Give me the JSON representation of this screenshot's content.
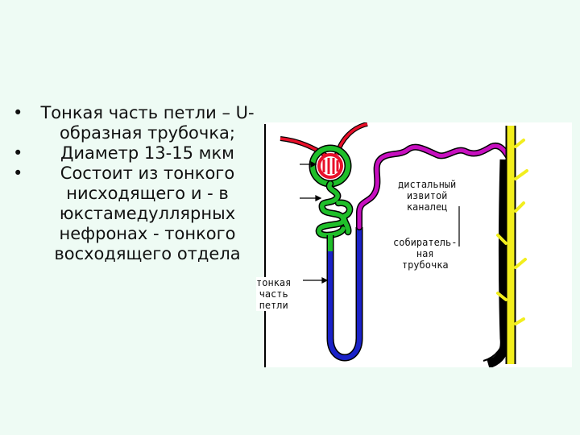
{
  "bullets": [
    "Тонкая часть петли – U-образная трубочка;",
    "Диаметр 13-15 мкм",
    "Состоит из тонкого нисходящего и - в юкстамедуллярных нефронах - тонкого восходящего отдела"
  ],
  "labels": {
    "distal_line1": "дистальный",
    "distal_line2": "извитой",
    "distal_line3": "каналец",
    "collecting_line1": "собиратель-",
    "collecting_line2": "ная",
    "collecting_line3": "трубочка",
    "thin_line1": "тонкая",
    "thin_line2": "часть",
    "thin_line3": "петли"
  },
  "colors": {
    "background": "#eefbf4",
    "glomerulus_red": "#e8102a",
    "proximal_green": "#1fbf2a",
    "loop_blue": "#1a22c8",
    "distal_magenta": "#c70fbf",
    "collecting_yellow": "#f2ee1e"
  }
}
